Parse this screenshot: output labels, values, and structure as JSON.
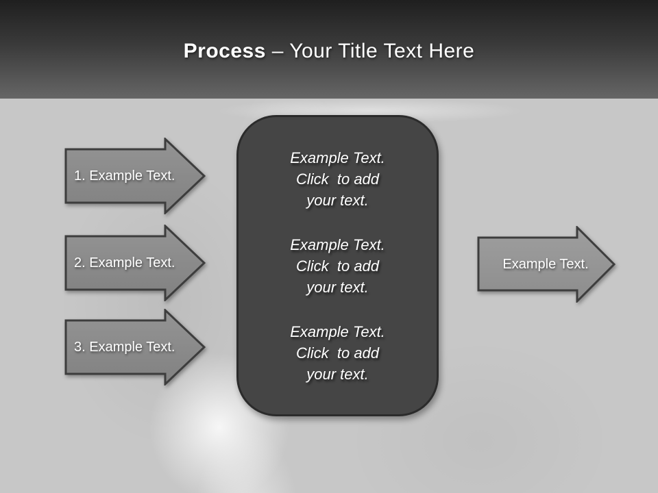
{
  "slide": {
    "title": {
      "bold": "Process",
      "rest": " – Your Title Text Here"
    },
    "left_arrows": [
      {
        "label": "1. Example Text."
      },
      {
        "label": "2. Example Text."
      },
      {
        "label": "3. Example Text."
      }
    ],
    "center_box": {
      "blocks": [
        "Example Text.\nClick  to add\nyour text.",
        "Example Text.\nClick  to add\nyour text.",
        "Example Text.\nClick  to add\nyour text."
      ]
    },
    "right_arrow": {
      "label": "Example Text."
    },
    "colors": {
      "header_top": "#1f1f1f",
      "header_bottom": "#666666",
      "background": "#c7c7c7",
      "arrow_fill": "#8a8a8a",
      "arrow_fill_right": "#969696",
      "arrow_border": "#3d3d3d",
      "box_fill": "#454545",
      "box_border": "#2b2b2b",
      "text": "#ffffff"
    }
  }
}
